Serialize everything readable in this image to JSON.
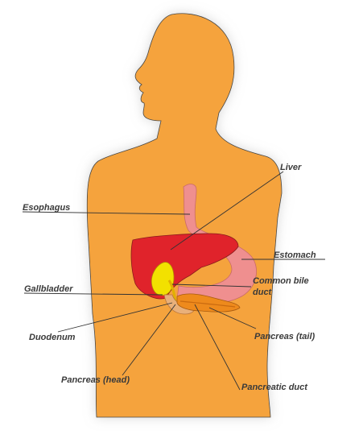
{
  "diagram": {
    "labels": {
      "liver": "Liver",
      "esophagus": "Esophagus",
      "stomach": "Estomach",
      "gallbladder": "Gallbladder",
      "common_bile_duct_line1": "Common bile",
      "common_bile_duct_line2": "duct",
      "duodenum": "Duodenum",
      "pancreas_tail": "Pancreas (tail)",
      "pancreas_head": "Pancreas (head)",
      "pancreatic_duct": "Pancreatic duct"
    },
    "colors": {
      "body": "#f5a33c",
      "liver": "#e0232b",
      "stomach": "#ef8f8f",
      "gallbladder": "#f2e100",
      "pancreas": "#ee8a1c",
      "leader_line": "#333333"
    }
  }
}
